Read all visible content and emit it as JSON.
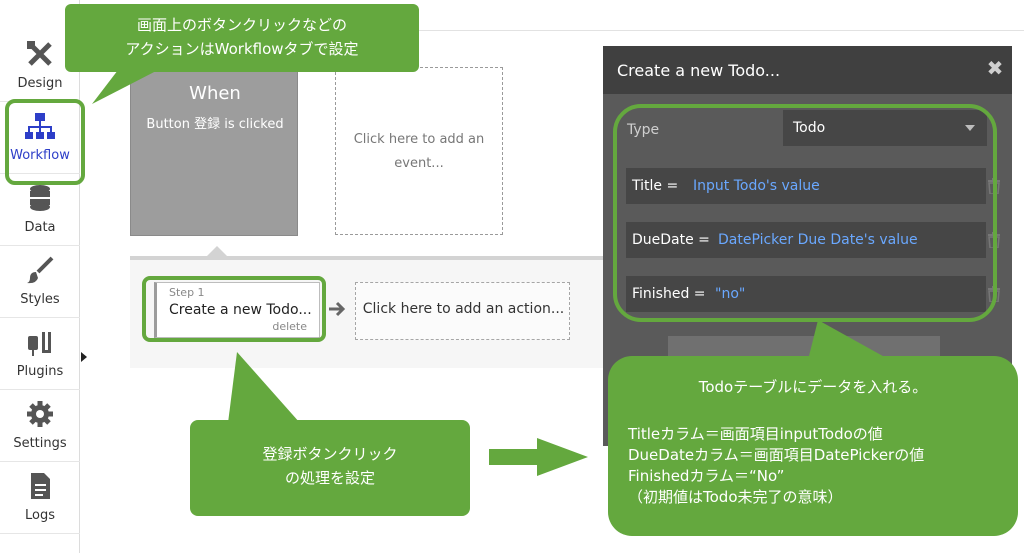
{
  "sidebar": {
    "items": [
      {
        "label": "Design",
        "icon": "design-tool-icon"
      },
      {
        "label": "Workflow",
        "icon": "workflow-icon"
      },
      {
        "label": "Data",
        "icon": "database-icon"
      },
      {
        "label": "Styles",
        "icon": "brush-icon"
      },
      {
        "label": "Plugins",
        "icon": "plug-icon"
      },
      {
        "label": "Settings",
        "icon": "gear-icon"
      },
      {
        "label": "Logs",
        "icon": "document-icon"
      }
    ],
    "active_index": 1
  },
  "workflow": {
    "event": {
      "title": "When",
      "subtitle": "Button 登録 is clicked"
    },
    "add_event_label": "Click here to add an event...",
    "step": {
      "number": "Step 1",
      "title": "Create a new Todo...",
      "delete_label": "delete"
    },
    "add_action_label": "Click here to add an action..."
  },
  "dialog": {
    "title": "Create a new Todo...",
    "type_label": "Type",
    "type_value": "Todo",
    "fields": [
      {
        "key": "Title =",
        "value": "Input Todo's value"
      },
      {
        "key": "DueDate =",
        "value": "DatePicker Due Date's value"
      },
      {
        "key": "Finished =",
        "value": "\"no\""
      }
    ]
  },
  "callouts": {
    "top": [
      "画面上のボタンクリックなどの",
      "アクションはWorkflowタブで設定"
    ],
    "middle": [
      "登録ボタンクリック",
      "の処理を設定"
    ],
    "right_title": "Todoテーブルにデータを入れる。",
    "right_lines": [
      "Titleカラム＝画面項目inputTodoの値",
      "DueDateカラム＝画面項目DatePickerの値",
      "Finishedカラム＝“No”",
      "（初期値はTodo未完了の意味）"
    ]
  },
  "colors": {
    "accent_green": "#64a83e",
    "active_blue": "#2d3ec8",
    "dialog_bg": "#5a5a5a",
    "dialog_header": "#404040",
    "value_blue": "#6aa8ff"
  }
}
